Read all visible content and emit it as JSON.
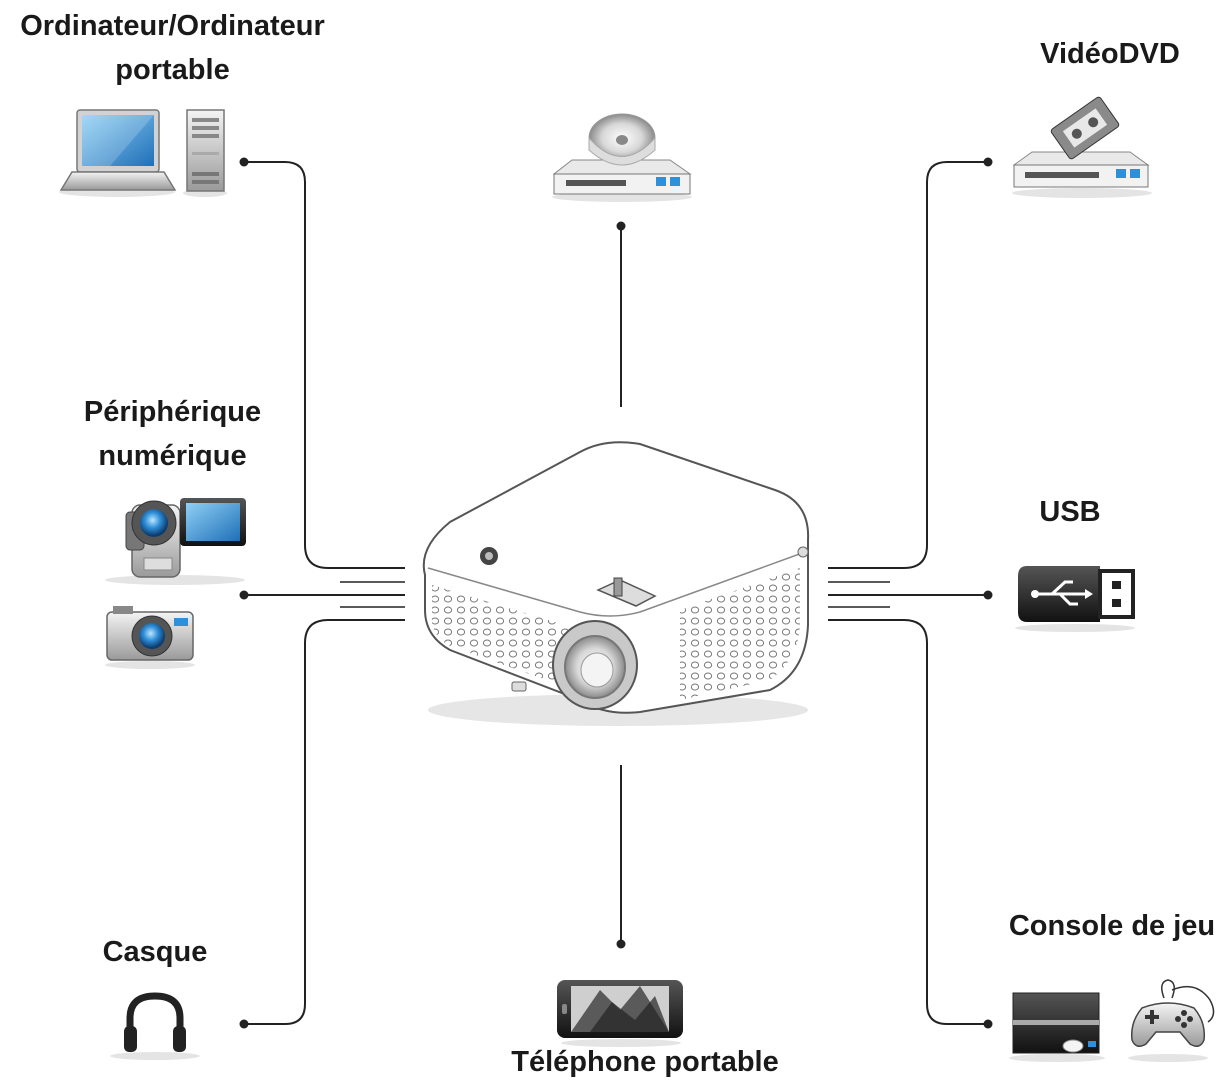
{
  "diagram": {
    "center_device_icon": "projector-icon",
    "devices": [
      {
        "key": "computer",
        "label": "Ordinateur/Ordinateur\nportable",
        "icons": [
          "laptop-icon",
          "desktop-tower-icon"
        ]
      },
      {
        "key": "digital",
        "label": "Périphérique\nnumérique",
        "icons": [
          "camcorder-icon",
          "digital-camera-icon"
        ]
      },
      {
        "key": "headphones",
        "label": "Casque",
        "icons": [
          "headphones-icon"
        ]
      },
      {
        "key": "dvd_top",
        "label": "",
        "icons": [
          "dvd-player-icon"
        ]
      },
      {
        "key": "video",
        "label": "VidéoDVD",
        "icons": [
          "vcr-dvd-player-icon"
        ]
      },
      {
        "key": "usb",
        "label": "USB",
        "icons": [
          "usb-drive-icon"
        ]
      },
      {
        "key": "console",
        "label": "Console de jeu",
        "icons": [
          "game-console-icon",
          "gamepad-icon"
        ]
      },
      {
        "key": "phone",
        "label": "Téléphone portable",
        "icons": [
          "smartphone-icon"
        ]
      }
    ]
  },
  "labels": {
    "computer_line1": "Ordinateur/Ordinateur",
    "computer_line2": "portable",
    "digital_line1": "Périphérique",
    "digital_line2": "numérique",
    "headphones": "Casque",
    "video": "VidéoDVD",
    "usb": "USB",
    "console": "Console de jeu",
    "phone": "Téléphone portable"
  },
  "colors": {
    "line": "#222222",
    "screen_blue": "#2f8fd8",
    "device_gray": "#c8c8c8",
    "dark": "#2a2a2a"
  }
}
